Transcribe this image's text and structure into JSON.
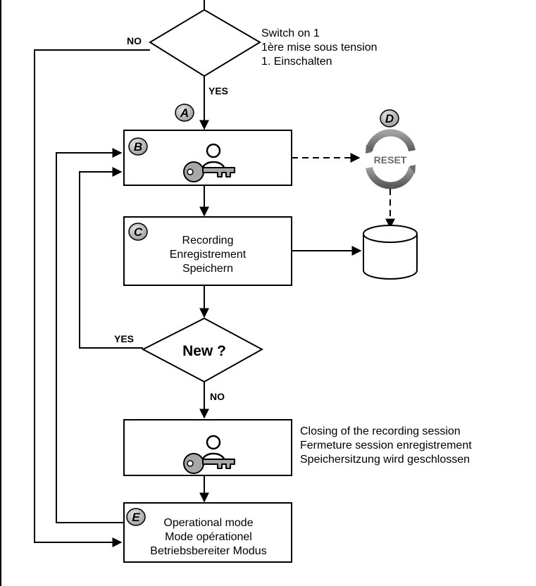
{
  "decision_1": {
    "note_lines": [
      "Switch on 1",
      "1ère mise sous tension",
      "1. Einschalten"
    ],
    "no_label": "NO",
    "yes_label": "YES"
  },
  "badges": {
    "a": "A",
    "b": "B",
    "c": "C",
    "d": "D",
    "e": "E"
  },
  "recording_box": {
    "lines": [
      "Recording",
      "Enregistrement",
      "Speichern"
    ]
  },
  "reset_icon": {
    "label": "RESET"
  },
  "decision_2": {
    "label": "New ?",
    "yes_label": "YES",
    "no_label": "NO"
  },
  "closing_note": {
    "lines": [
      "Closing of the recording session",
      "Fermeture session enregistrement",
      "Speichersitzung wird geschlossen"
    ]
  },
  "operational_box": {
    "lines": [
      "Operational mode",
      "Mode opérationel",
      "Betriebsbereiter Modus"
    ]
  }
}
